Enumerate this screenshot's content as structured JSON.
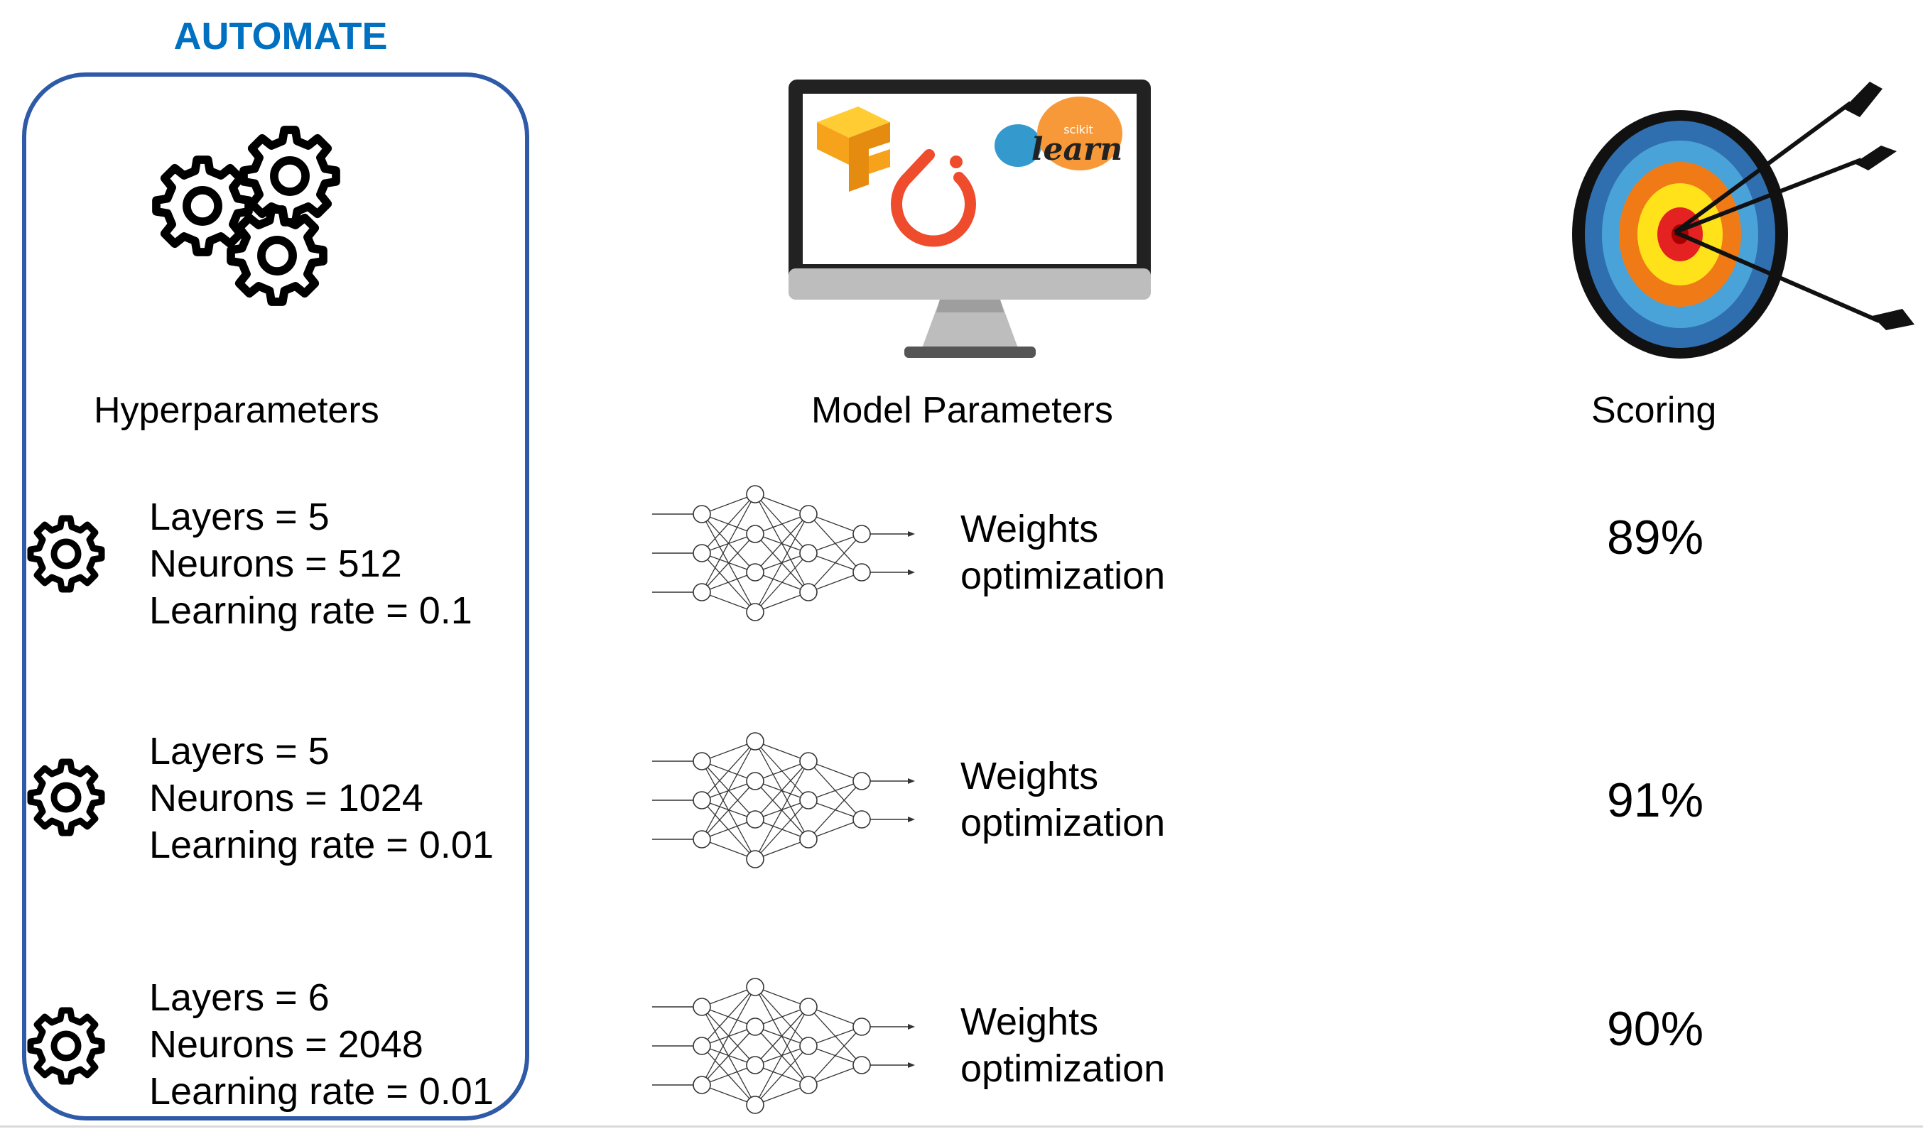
{
  "automate": {
    "title": "AUTOMATE"
  },
  "columns": {
    "hyperparameters": "Hyperparameters",
    "model_parameters": "Model Parameters",
    "scoring": "Scoring"
  },
  "logos": {
    "sklearn_small": "scikit",
    "sklearn_big": "learn"
  },
  "rows": [
    {
      "layers": "Layers =  5",
      "neurons": "Neurons = 512",
      "learning_rate": "Learning rate = 0.1",
      "weights_1": "Weights",
      "weights_2": "optimization",
      "score": "89%"
    },
    {
      "layers": "Layers =  5",
      "neurons": "Neurons = 1024",
      "learning_rate": "Learning rate = 0.01",
      "weights_1": "Weights",
      "weights_2": "optimization",
      "score": "91%"
    },
    {
      "layers": "Layers =  6",
      "neurons": "Neurons = 2048",
      "learning_rate": "Learning rate = 0.01",
      "weights_1": "Weights",
      "weights_2": "optimization",
      "score": "90%"
    }
  ],
  "colors": {
    "automate_blue": "#0070c0",
    "box_border": "#2e5aa7",
    "tensorflow_orange": "#f7a21b",
    "pytorch_red": "#ee4c2c",
    "sklearn_blue": "#3499cd",
    "sklearn_orange": "#f89939"
  },
  "icons": [
    "gears-icon",
    "monitor-icon",
    "tensorflow-logo",
    "pytorch-logo",
    "sklearn-logo",
    "target-icon",
    "gear-icon",
    "neural-network-icon"
  ]
}
